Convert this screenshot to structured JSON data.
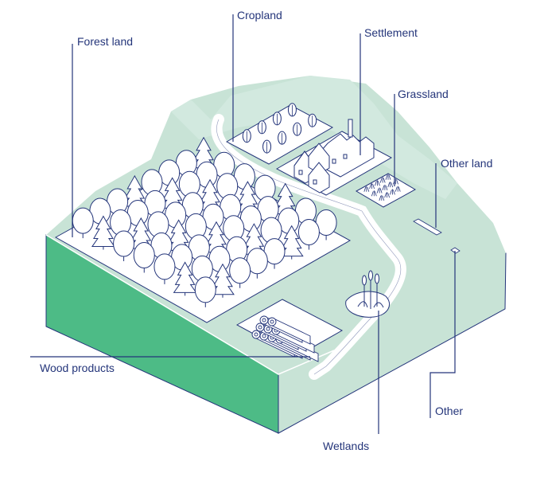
{
  "labels": {
    "forest_land": "Forest land",
    "cropland": "Cropland",
    "settlement": "Settlement",
    "grassland": "Grassland",
    "other_land": "Other land",
    "wood_products": "Wood products",
    "wetlands": "Wetlands",
    "other": "Other"
  },
  "colors": {
    "ground": "#c8e3d6",
    "ground_dark": "#a9d4c2",
    "side_front": "#4dbb86",
    "side_right": "#c8e3d6",
    "outline": "#24357a",
    "plot": "#ffffff",
    "leader": "#24357a"
  }
}
